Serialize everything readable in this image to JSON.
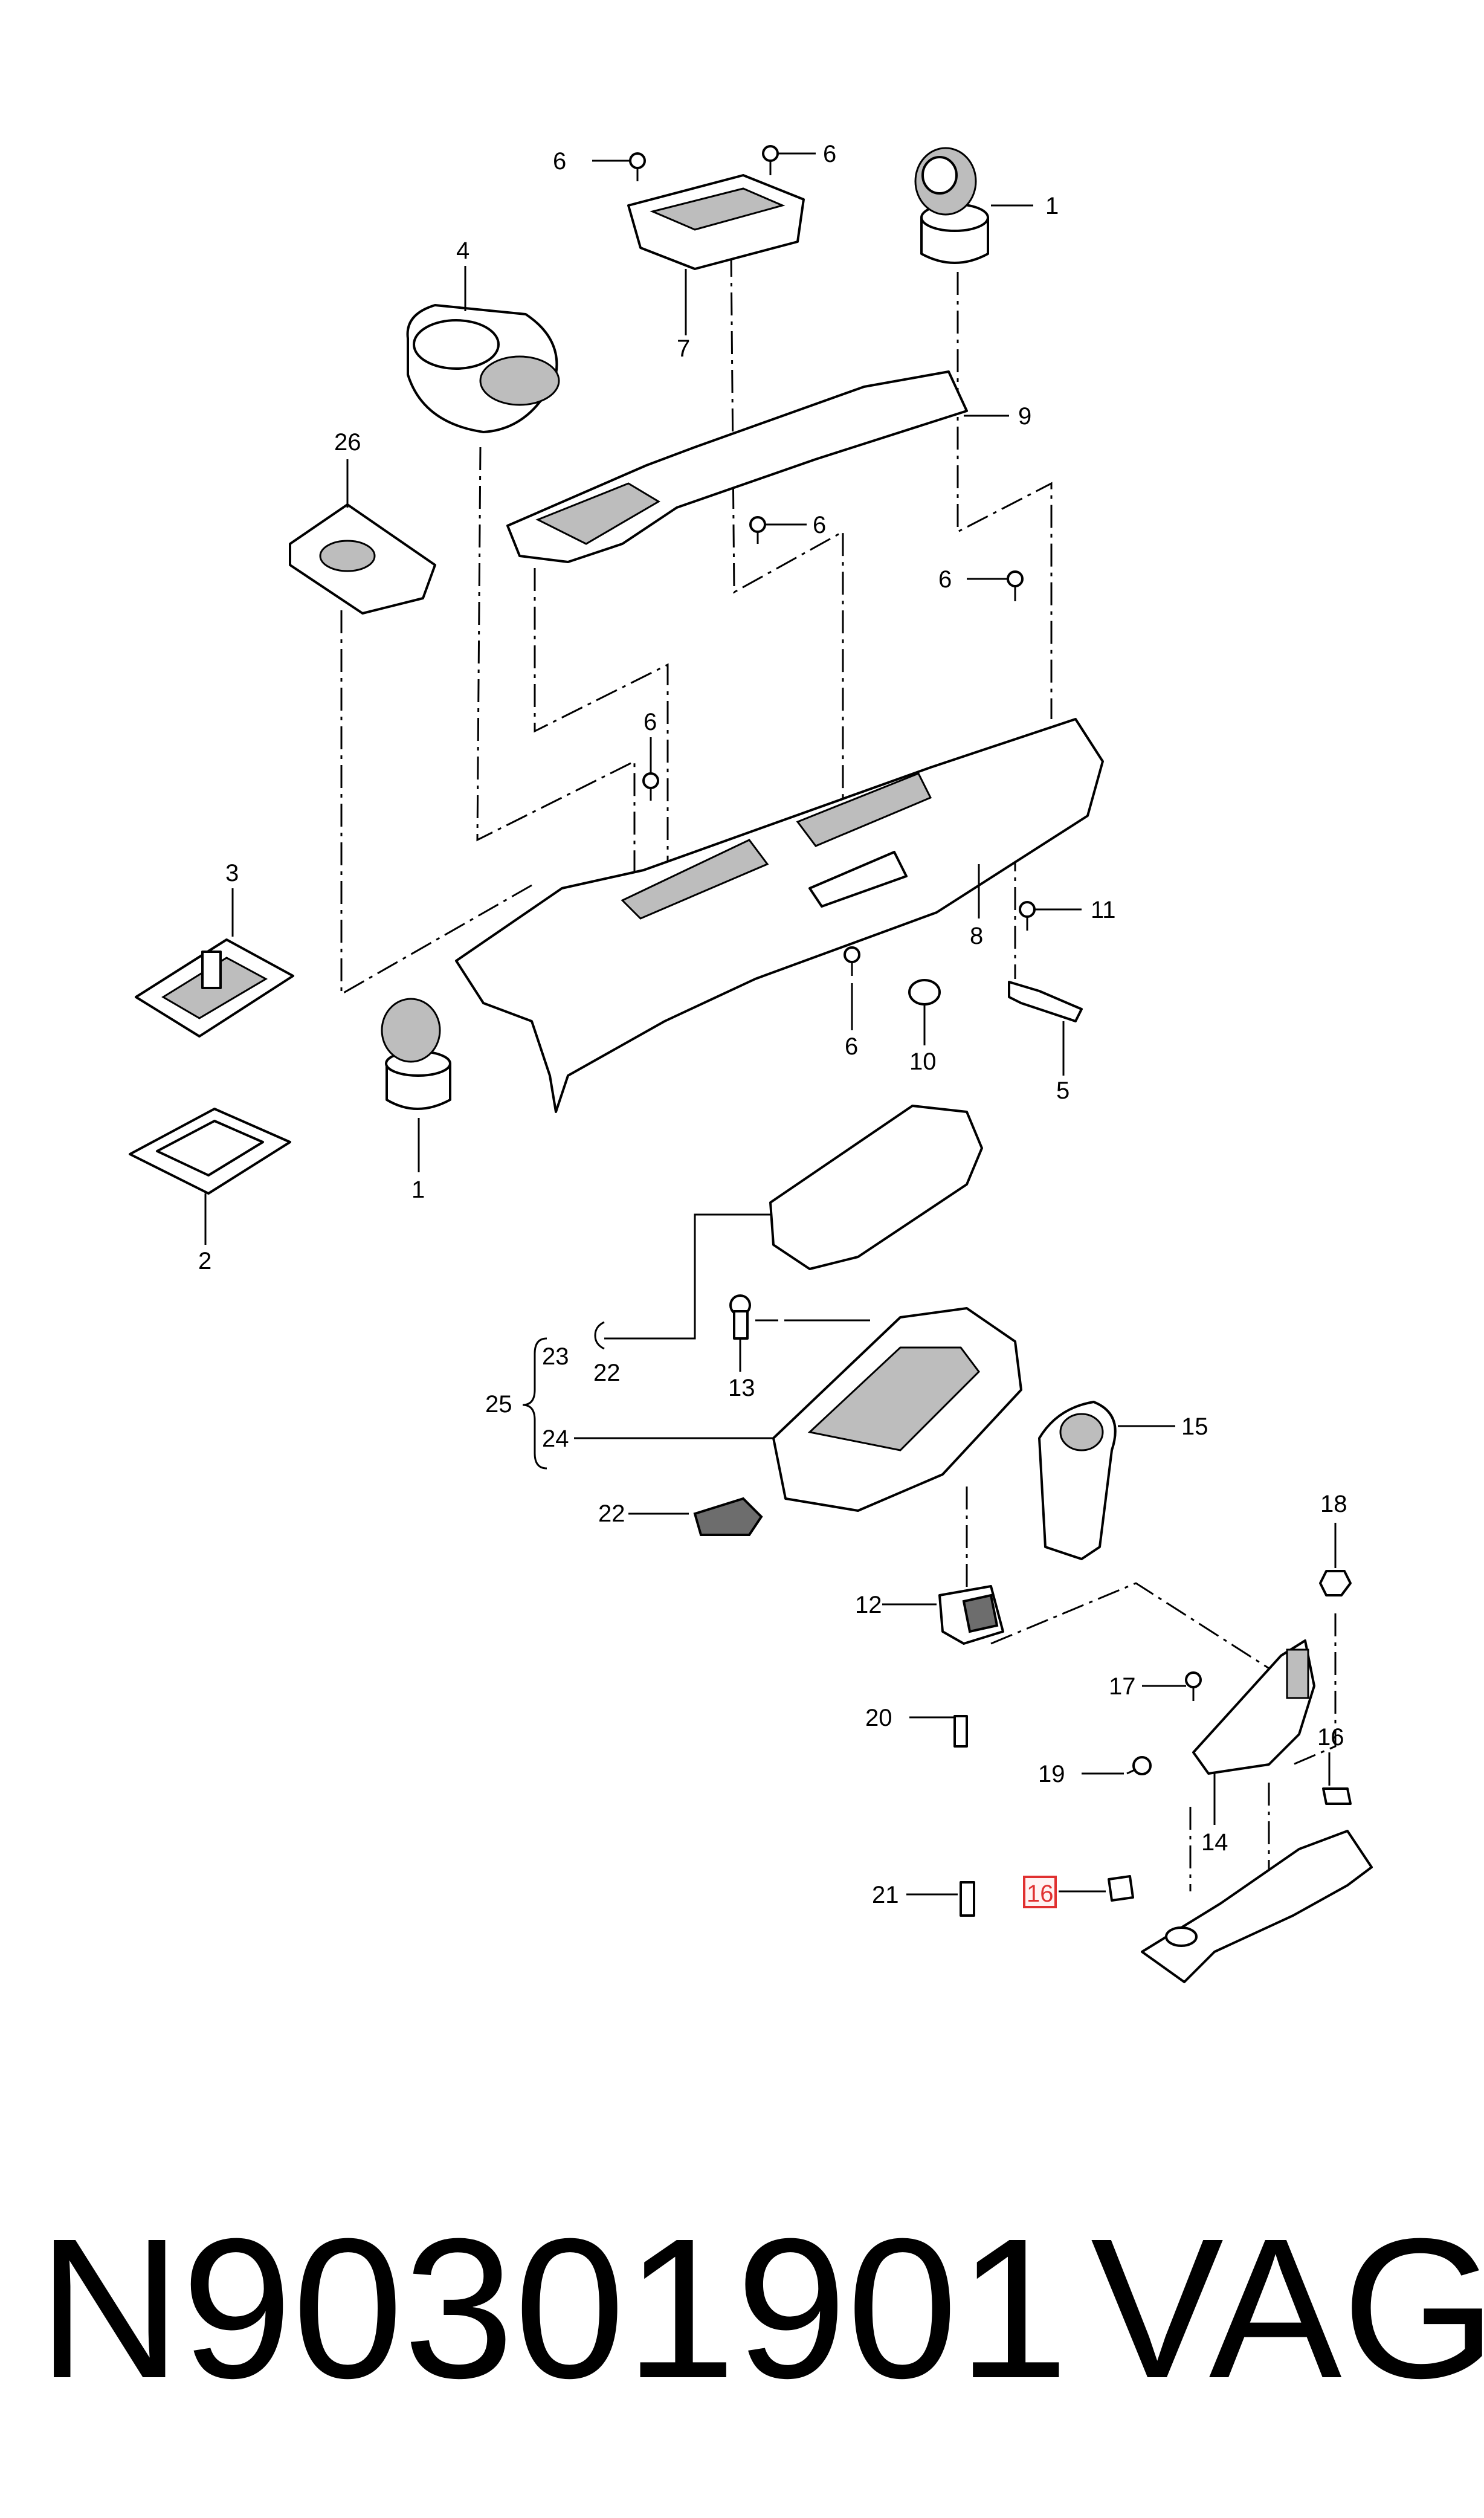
{
  "diagram": {
    "callouts": {
      "c1_top": "1",
      "c1_bottom": "1",
      "c2": "2",
      "c3": "3",
      "c4": "4",
      "c5": "5",
      "c6_a": "6",
      "c6_b": "6",
      "c6_c": "6",
      "c6_d": "6",
      "c6_e": "6",
      "c6_f": "6",
      "c7": "7",
      "c8": "8",
      "c9": "9",
      "c10": "10",
      "c11": "11",
      "c12": "12",
      "c13": "13",
      "c14": "14",
      "c15": "15",
      "c16_a": "16",
      "c16_highlighted": "16",
      "c17": "17",
      "c18": "18",
      "c19": "19",
      "c20": "20",
      "c21": "21",
      "c22_a": "22",
      "c22_b": "22",
      "c23": "23",
      "c24": "24",
      "c25": "25",
      "c26": "26"
    },
    "highlight_color": "#e03030"
  },
  "footer": {
    "part_number": "N90301901",
    "brand": "VAG"
  }
}
